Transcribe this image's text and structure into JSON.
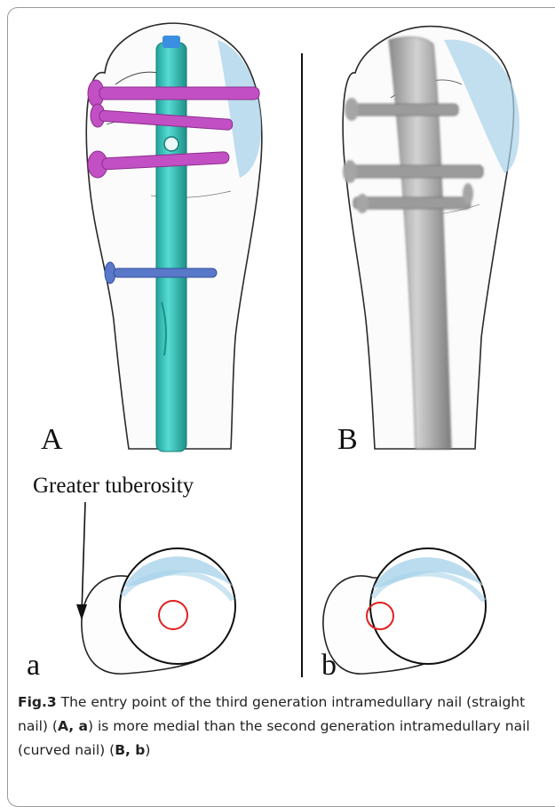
{
  "figure": {
    "panel_labels": {
      "A": "A",
      "B": "B",
      "a": "a",
      "b": "b"
    },
    "annotation": "Greater tuberosity",
    "colors": {
      "bone_outline": "#2a2a2a",
      "cartilage": "#a9d3ea",
      "nail_straight": "#3fc6bd",
      "screw_locking": "#c24fc4",
      "screw_distal": "#5a78c9",
      "nail_curved": "#a3a3a3",
      "entry_circle": "#e02020"
    }
  },
  "caption": {
    "label": "Fig.3",
    "text_1": " The entry point of the third generation intramedullary nail (straight nail) (",
    "ref_1": "A, a",
    "text_2": ") is more medial than the second generation intramedullary nail (curved nail) (",
    "ref_2": "B, b",
    "text_3": ")"
  }
}
